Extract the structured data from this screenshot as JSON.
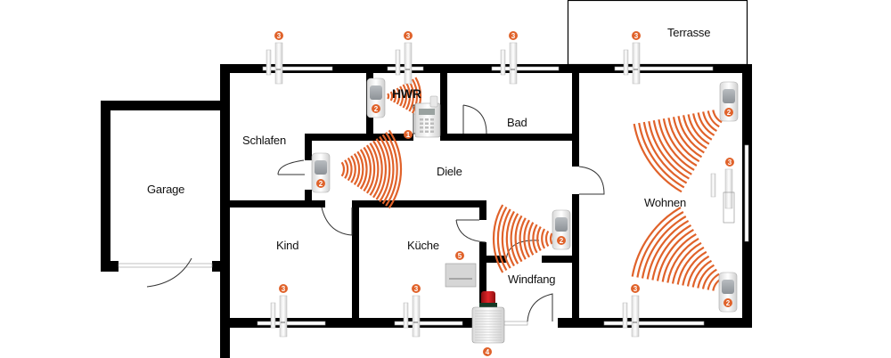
{
  "title": "Floor plan with alarm system components",
  "colors": {
    "accent": "#e0622a",
    "wall": "#000000",
    "siren_red": "#c8171c"
  },
  "rooms": [
    {
      "id": "garage",
      "label": "Garage"
    },
    {
      "id": "schlafen",
      "label": "Schlafen"
    },
    {
      "id": "hwr",
      "label": "HWR"
    },
    {
      "id": "bad",
      "label": "Bad"
    },
    {
      "id": "diele",
      "label": "Diele"
    },
    {
      "id": "kind",
      "label": "Kind"
    },
    {
      "id": "kueche",
      "label": "Küche"
    },
    {
      "id": "windfang",
      "label": "Windfang"
    },
    {
      "id": "wohnen",
      "label": "Wohnen"
    },
    {
      "id": "terrasse",
      "label": "Terrasse"
    }
  ],
  "components": {
    "control_panel": {
      "number": "1",
      "icon": "alarm-keypad-icon"
    },
    "motion_detector": {
      "number": "2",
      "icon": "motion-sensor-icon"
    },
    "door_window_contact": {
      "number": "3",
      "icon": "window-contact-icon"
    },
    "outdoor_siren": {
      "number": "4",
      "icon": "siren-icon"
    },
    "module": {
      "number": "5",
      "icon": "control-module-icon"
    }
  }
}
